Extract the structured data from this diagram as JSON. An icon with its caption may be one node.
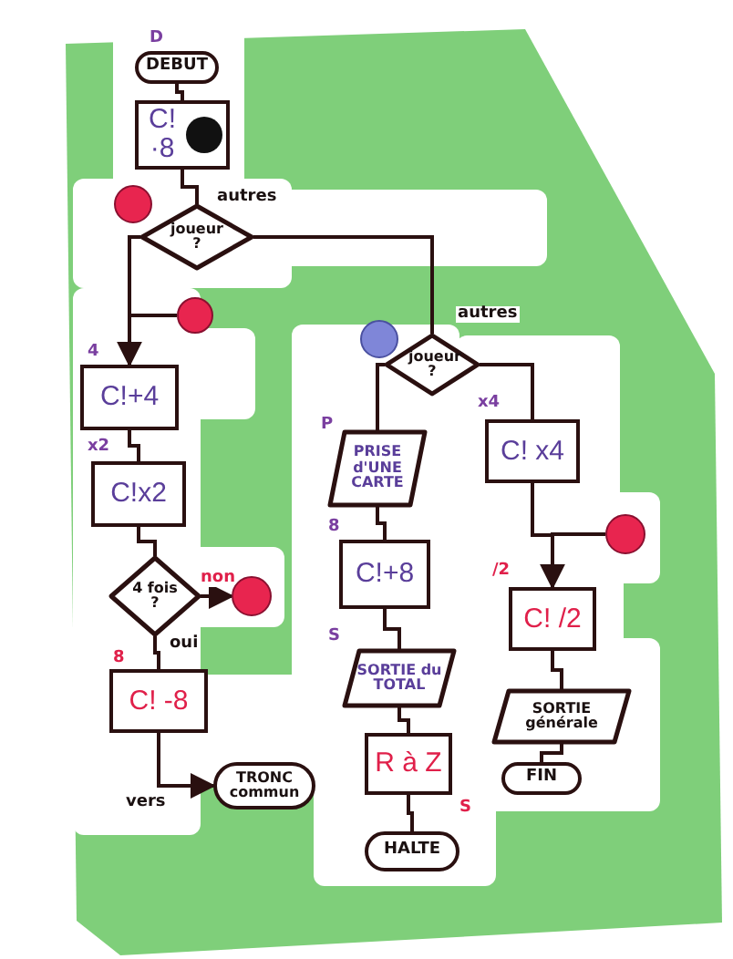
{
  "diagram": {
    "nodes": [
      {
        "text": [
          "DEBUT"
        ]
      },
      {
        "text": [
          "C! ·8"
        ]
      },
      {
        "text": [
          "joueur ?"
        ]
      },
      {
        "text": [],
        "shape": "circle"
      },
      {
        "text": [
          "C!+4"
        ]
      },
      {
        "text": [
          "C!x2"
        ]
      },
      {
        "text": [
          "4 fois ?"
        ]
      },
      {
        "text": [],
        "shape": "circle"
      },
      {
        "text": [
          "C! -8"
        ]
      },
      {
        "text": [
          "TRONC commun"
        ]
      },
      {
        "text": [
          "joueur ?"
        ]
      },
      {
        "text": [
          "PRISE d'UNE CARTE"
        ]
      },
      {
        "text": [
          "C!+8"
        ]
      },
      {
        "text": [
          "SORTIE du TOTAL"
        ]
      },
      {
        "text": [
          "R à Z"
        ]
      },
      {
        "text": [
          "HALTE"
        ]
      },
      {
        "text": [
          "C! x4"
        ]
      },
      {
        "text": [],
        "shape": "circle"
      },
      {
        "text": [
          "C! /2"
        ]
      },
      {
        "text": [
          "SORTIE générale"
        ]
      },
      {
        "text": [
          "FIN"
        ]
      }
    ],
    "edges": [
      {
        "from": 0,
        "to": 1,
        "arrow": "none"
      },
      {
        "from": 1,
        "to": 2,
        "arrow": "none"
      },
      {
        "from": 2,
        "to": 4,
        "arrow": "none"
      },
      {
        "from": 3,
        "to": 4,
        "arrow": "to"
      },
      {
        "from": 4,
        "to": 5,
        "arrow": "none"
      },
      {
        "from": 5,
        "to": 6,
        "arrow": "none"
      },
      {
        "from": 6,
        "to": 7,
        "label": "non",
        "arrow": "to"
      },
      {
        "from": 6,
        "to": 8,
        "label": "oui",
        "arrow": "none"
      },
      {
        "from": 8,
        "to": 9,
        "label": "vers",
        "arrow": "to"
      },
      {
        "from": 2,
        "to": 10,
        "label": "autres",
        "arrow": "none"
      },
      {
        "from": 10,
        "to": 11,
        "arrow": "none"
      },
      {
        "from": 10,
        "to": 16,
        "label": "autres",
        "arrow": "none"
      },
      {
        "from": 11,
        "to": 12,
        "arrow": "none"
      },
      {
        "from": 12,
        "to": 13,
        "arrow": "none"
      },
      {
        "from": 13,
        "to": 14,
        "arrow": "none"
      },
      {
        "from": 14,
        "to": 15,
        "arrow": "none"
      },
      {
        "from": 16,
        "to": 18,
        "arrow": "none"
      },
      {
        "from": 17,
        "to": 18,
        "arrow": "to"
      },
      {
        "from": 18,
        "to": 19,
        "arrow": "none"
      },
      {
        "from": 19,
        "to": 20,
        "arrow": "none"
      }
    ],
    "labels": [
      "D",
      "4",
      "x2",
      "8",
      "P",
      "x4",
      "8",
      "/2",
      "S",
      "S"
    ]
  }
}
